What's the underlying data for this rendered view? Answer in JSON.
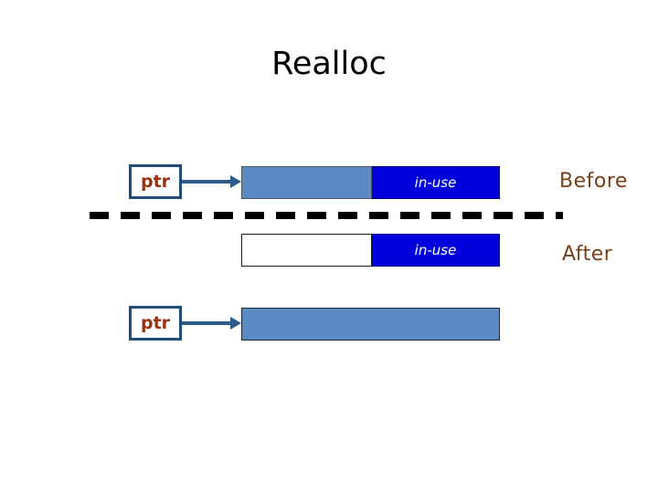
{
  "slide": {
    "title": "Realloc",
    "background_color": "#ffffff"
  },
  "colors": {
    "title_text": "#000000",
    "ptr_box_border": "#1F4E79",
    "ptr_text": "#963312",
    "arrow": "#2E5C8A",
    "free_block": "#5B8BC4",
    "inuse_block": "#0000DD",
    "inuse_text": "#ffffff",
    "divider": "#000000",
    "annotation_text": "#7B3F17",
    "empty_block": "#ffffff"
  },
  "before": {
    "pointer_label": "ptr",
    "annotation": "Before",
    "blocks": [
      {
        "label": "",
        "state": "free-region",
        "fill": "#5B8BC4"
      },
      {
        "label": "in-use",
        "state": "in-use",
        "fill": "#0000DD"
      }
    ]
  },
  "after": {
    "pointer_label": "ptr",
    "annotation": "After",
    "old_blocks": [
      {
        "label": "",
        "state": "released",
        "fill": "#ffffff"
      },
      {
        "label": "in-use",
        "state": "in-use",
        "fill": "#0000DD"
      }
    ],
    "new_block": {
      "label": "",
      "state": "allocated",
      "fill": "#5B8BC4"
    }
  }
}
